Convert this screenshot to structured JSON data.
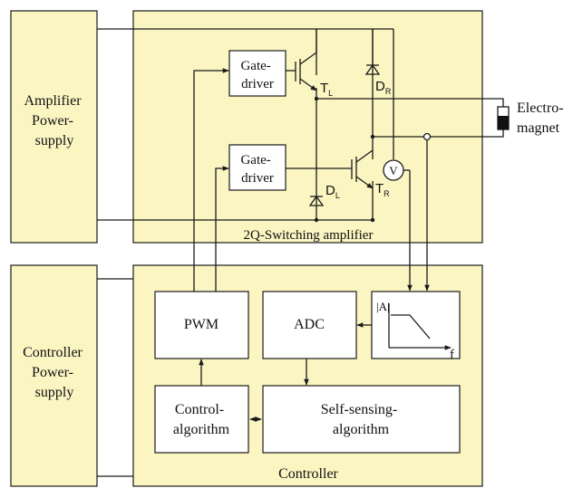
{
  "colors": {
    "panel_fill": "#fbf5c2",
    "block_fill": "#ffffff",
    "line": "#1a1a1a"
  },
  "blocks": {
    "amp_supply": [
      "Amplifier",
      "Power-",
      "supply"
    ],
    "ctrl_supply": [
      "Controller",
      "Power-",
      "supply"
    ],
    "gate_driver_top": [
      "Gate-",
      "driver"
    ],
    "gate_driver_bottom": [
      "Gate-",
      "driver"
    ],
    "switching_amp_label": "2Q-Switching amplifier",
    "controller_label": "Controller",
    "pwm": "PWM",
    "adc": "ADC",
    "control_algorithm": [
      "Control-",
      "algorithm"
    ],
    "self_sensing": [
      "Self-sensing-",
      "algorithm"
    ],
    "electromagnet": [
      "Electro-",
      "magnet"
    ]
  },
  "components": {
    "transistor_low": {
      "letter": "T",
      "sub": "L"
    },
    "transistor_high": {
      "letter": "T",
      "sub": "R"
    },
    "diode_high": {
      "letter": "D",
      "sub": "R"
    },
    "diode_low": {
      "letter": "D",
      "sub": "L"
    },
    "voltmeter": "V"
  },
  "filter": {
    "y_axis": "|A|",
    "x_axis": "f"
  }
}
